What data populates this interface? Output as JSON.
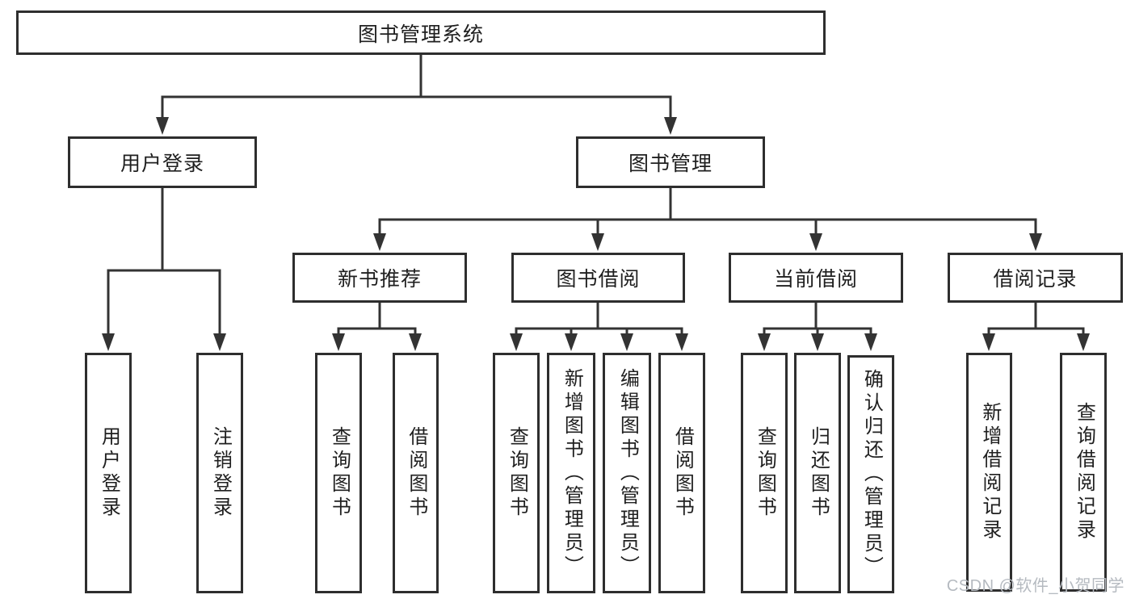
{
  "diagram": {
    "root": {
      "label": "图书管理系统"
    },
    "branches": [
      {
        "label": "用户登录",
        "children": [
          {
            "label": "用户登录"
          },
          {
            "label": "注销登录"
          }
        ]
      },
      {
        "label": "图书管理",
        "children": [
          {
            "label": "新书推荐",
            "children": [
              {
                "label": "查询图书"
              },
              {
                "label": "借阅图书"
              }
            ]
          },
          {
            "label": "图书借阅",
            "children": [
              {
                "label": "查询图书"
              },
              {
                "label": "新增图书（管理员）"
              },
              {
                "label": "编辑图书（管理员）"
              },
              {
                "label": "借阅图书"
              }
            ]
          },
          {
            "label": "当前借阅",
            "children": [
              {
                "label": "查询图书"
              },
              {
                "label": "归还图书"
              },
              {
                "label": "确认归还（管理员）"
              }
            ]
          },
          {
            "label": "借阅记录",
            "children": [
              {
                "label": "新增借阅记录"
              },
              {
                "label": "查询借阅记录"
              }
            ]
          }
        ]
      }
    ]
  },
  "watermark": {
    "text": "CSDN @软件_小贺同学"
  },
  "colors": {
    "line": "#333333",
    "box_border": "#2e2e2e",
    "text": "#1f1f1f",
    "watermark_text": "#b5bac0",
    "background": "#ffffff"
  }
}
